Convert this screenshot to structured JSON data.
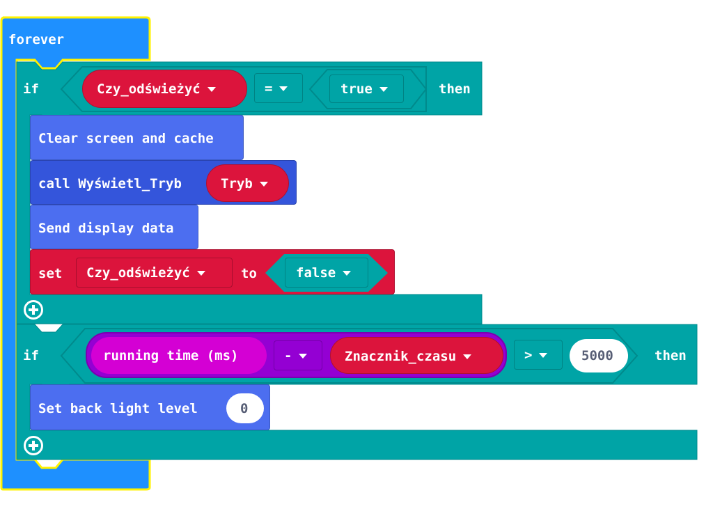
{
  "forever": {
    "label": "forever"
  },
  "if1": {
    "if_label": "if",
    "variable": "Czy_odświeżyć",
    "operator": "=",
    "value": "true",
    "then_label": "then"
  },
  "clear": {
    "label": "Clear screen and cache"
  },
  "call": {
    "label": "call Wyświetl_Tryb",
    "arg": "Tryb"
  },
  "send": {
    "label": "Send display data"
  },
  "set": {
    "label": "set",
    "variable": "Czy_odświeżyć",
    "to_label": "to",
    "value": "false"
  },
  "if2": {
    "if_label": "if",
    "running": "running time (ms)",
    "minus": "-",
    "variable": "Znacznik_czasu",
    "compare": ">",
    "number": "5000",
    "then_label": "then"
  },
  "backlight": {
    "label": "Set back light level",
    "value": "0"
  },
  "colors": {
    "events": "#1E90FF",
    "logic": "#00A4A6",
    "variables": "#DC143C",
    "functions": "#3455DB",
    "math": "#9400D3",
    "input": "#D400D4",
    "highlight": "#FFF200"
  }
}
